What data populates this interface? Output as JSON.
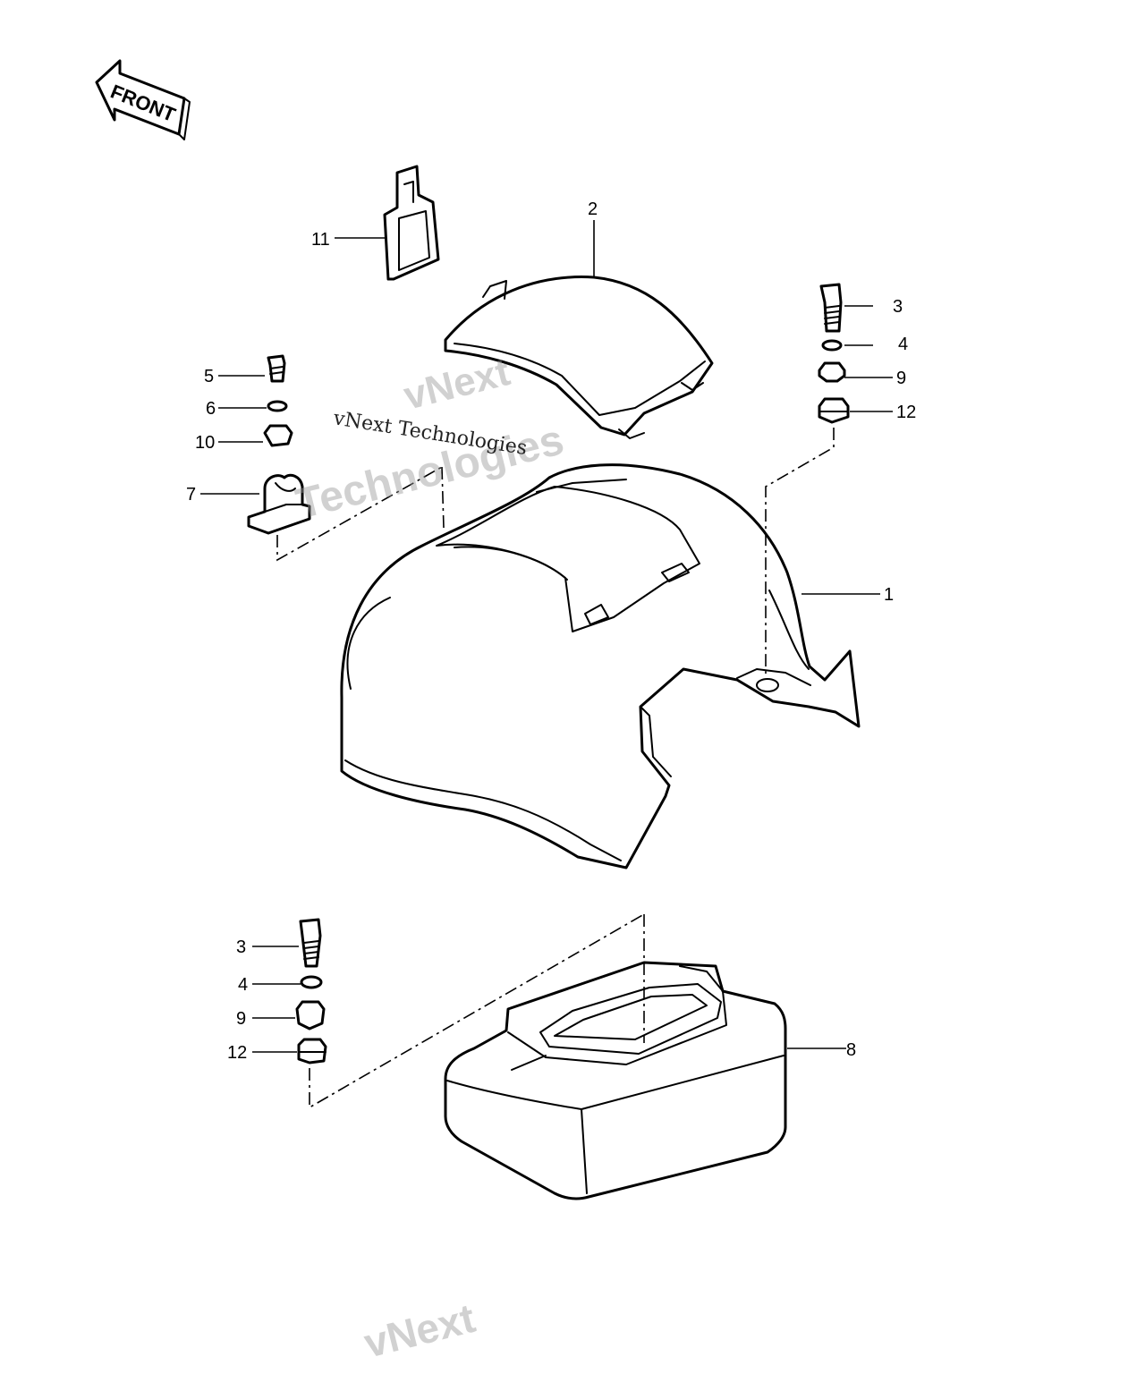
{
  "front_label": "FRONT",
  "watermarks": {
    "primary": "vNext Technologies",
    "overlay_top": "vNext",
    "overlay_bottom": "Technologies",
    "footer": "vNext"
  },
  "callouts": {
    "c1": "1",
    "c2": "2",
    "c3_upper": "3",
    "c4_upper": "4",
    "c9_upper": "9",
    "c12_upper": "12",
    "c5": "5",
    "c6": "6",
    "c10": "10",
    "c7": "7",
    "c11": "11",
    "c3_lower": "3",
    "c4_lower": "4",
    "c9_lower": "9",
    "c12_lower": "12",
    "c8": "8"
  }
}
